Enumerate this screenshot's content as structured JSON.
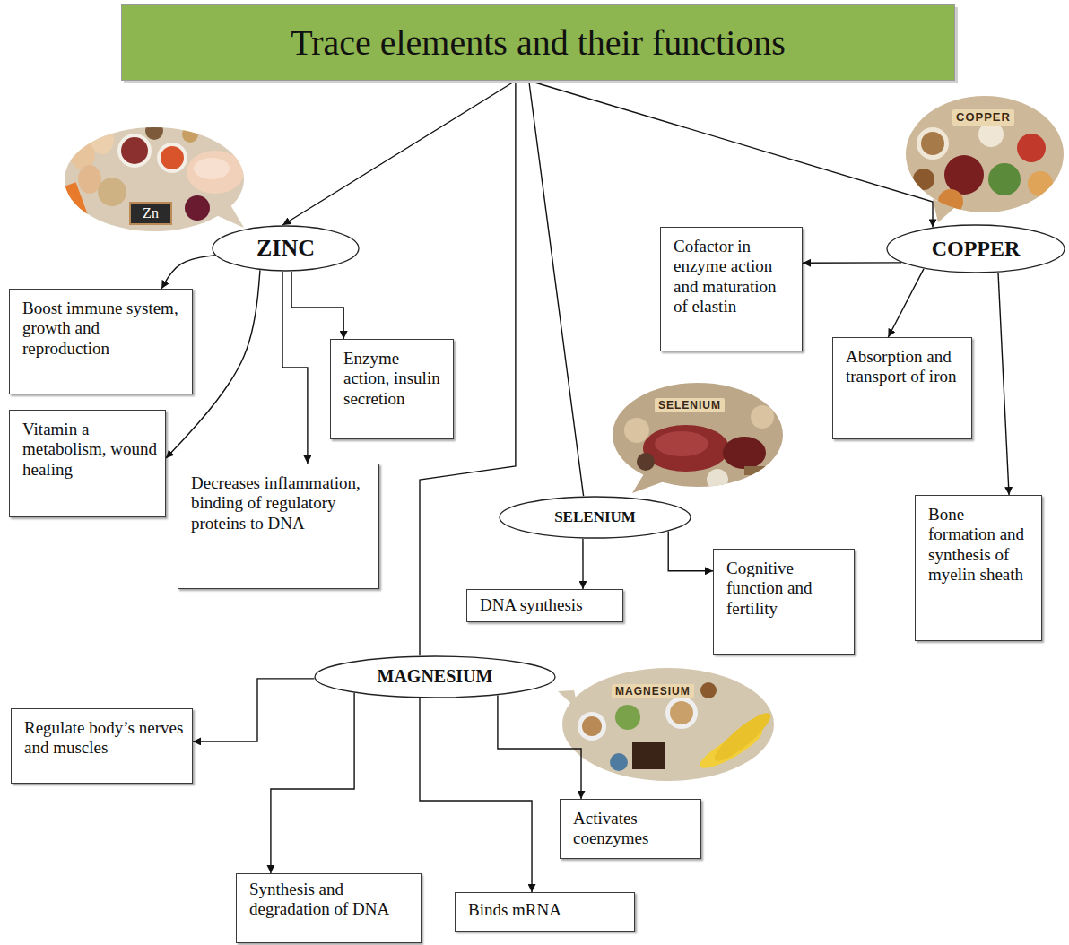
{
  "diagram": {
    "nodes": [
      {
        "text": [
          "Trace elements and their functions"
        ]
      },
      {
        "text": [
          "ZINC"
        ]
      },
      {
        "text": [
          "Boost immune system, growth and reproduction"
        ]
      },
      {
        "text": [
          "Enzyme action, insulin secretion"
        ]
      },
      {
        "text": [
          "Vitamin a metabolism, wound healing"
        ]
      },
      {
        "text": [
          "Decreases inflammation, binding of regulatory proteins to DNA"
        ]
      },
      {
        "text": [
          "COPPER"
        ]
      },
      {
        "text": [
          "Cofactor in enzyme action and maturation of elastin"
        ]
      },
      {
        "text": [
          "Absorption and transport of iron"
        ]
      },
      {
        "text": [
          "SELENIUM"
        ]
      },
      {
        "text": [
          "Bone formation and synthesis of myelin sheath"
        ]
      },
      {
        "text": [
          "DNA synthesis"
        ]
      },
      {
        "text": [
          "Cognitive function and fertility"
        ]
      },
      {
        "text": [
          "MAGNESIUM"
        ]
      },
      {
        "text": [
          "Regulate body’s nerves and muscles"
        ]
      },
      {
        "text": [
          "Activates coenzymes"
        ]
      },
      {
        "text": [
          "Synthesis and degradation of DNA"
        ]
      },
      {
        "text": [
          "Binds mRNA"
        ]
      }
    ],
    "edges": [
      {
        "from": 0,
        "to": 1,
        "arrow": "to"
      },
      {
        "from": 0,
        "to": 6,
        "arrow": "to"
      },
      {
        "from": 0,
        "to": 9,
        "arrow": "none"
      },
      {
        "from": 0,
        "to": 13,
        "arrow": "none"
      },
      {
        "from": 1,
        "to": 2,
        "arrow": "to"
      },
      {
        "from": 1,
        "to": 3,
        "arrow": "to"
      },
      {
        "from": 1,
        "to": 4,
        "arrow": "to"
      },
      {
        "from": 1,
        "to": 5,
        "arrow": "to"
      },
      {
        "from": 6,
        "to": 7,
        "arrow": "to"
      },
      {
        "from": 6,
        "to": 8,
        "arrow": "to"
      },
      {
        "from": 6,
        "to": 10,
        "arrow": "to"
      },
      {
        "from": 9,
        "to": 11,
        "arrow": "to"
      },
      {
        "from": 9,
        "to": 12,
        "arrow": "to"
      },
      {
        "from": 13,
        "to": 14,
        "arrow": "to"
      },
      {
        "from": 13,
        "to": 16,
        "arrow": "to"
      },
      {
        "from": 13,
        "to": 17,
        "arrow": "to"
      },
      {
        "from": 13,
        "to": 15,
        "arrow": "to"
      }
    ],
    "labels": [
      "Zn",
      "COPPER",
      "SELENIUM",
      "MAGNESIUM"
    ]
  }
}
